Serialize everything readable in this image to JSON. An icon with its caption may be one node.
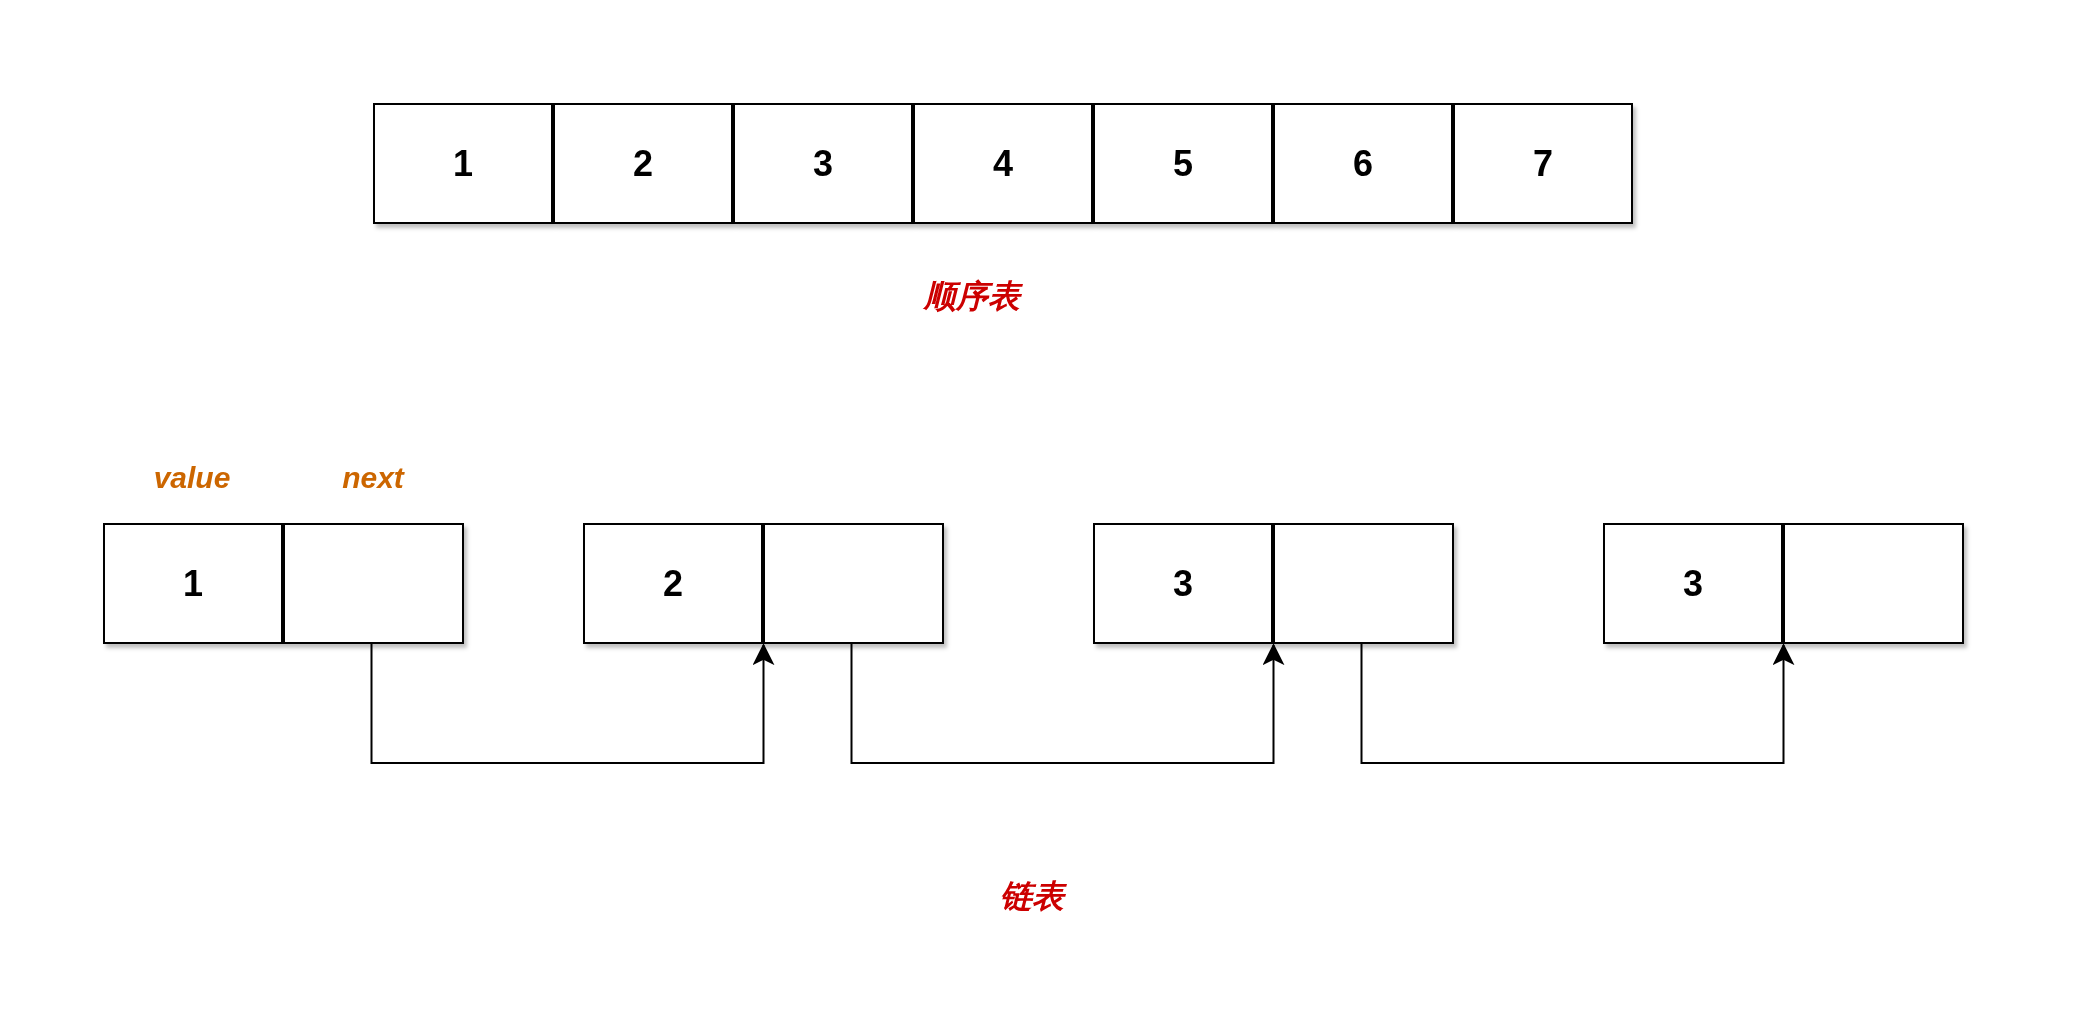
{
  "diagram": {
    "nodes": [
      {
        "text": [
          "1"
        ]
      },
      {
        "text": [
          "2"
        ]
      },
      {
        "text": [
          "3"
        ]
      },
      {
        "text": [
          "4"
        ]
      },
      {
        "text": [
          "5"
        ]
      },
      {
        "text": [
          "6"
        ]
      },
      {
        "text": [
          "7"
        ]
      },
      {
        "text": [],
        "shape": "box"
      },
      {
        "text": [
          "1"
        ],
        "in": 7
      },
      {
        "text": [],
        "shape": "box",
        "in": 7
      },
      {
        "text": [],
        "shape": "box"
      },
      {
        "text": [
          "2"
        ],
        "in": 10
      },
      {
        "text": [],
        "shape": "box",
        "in": 10
      },
      {
        "text": [],
        "shape": "box"
      },
      {
        "text": [
          "3"
        ],
        "in": 13
      },
      {
        "text": [],
        "shape": "box",
        "in": 13
      },
      {
        "text": [],
        "shape": "box"
      },
      {
        "text": [
          "3"
        ],
        "in": 16
      },
      {
        "text": [],
        "shape": "box",
        "in": 16
      }
    ],
    "edges": [
      {
        "from": 9,
        "to": 10,
        "arrow": "to"
      },
      {
        "from": 12,
        "to": 13,
        "arrow": "to"
      },
      {
        "from": 15,
        "to": 16,
        "arrow": "to"
      }
    ],
    "labels": [
      "顺序表",
      "value",
      "next",
      "链表"
    ]
  }
}
